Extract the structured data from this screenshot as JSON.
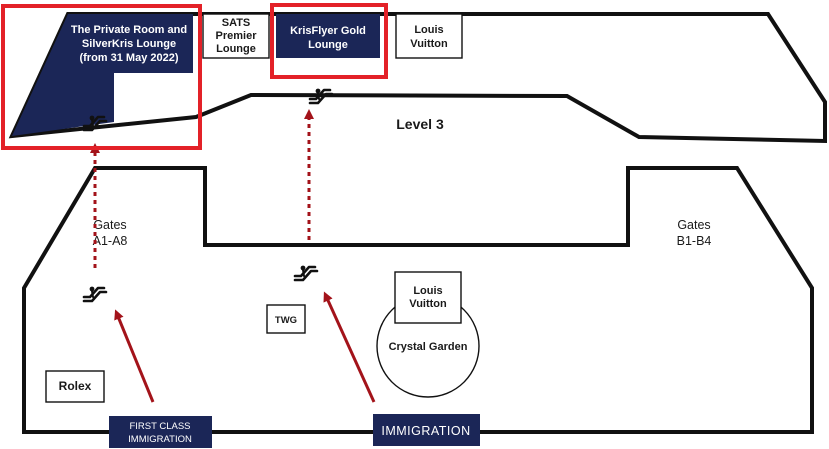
{
  "level_label": "Level 3",
  "upper_lounges": {
    "private_room": [
      "The Private Room and",
      "SilverKris Lounge",
      "(from 31 May 2022)"
    ],
    "sats_premier": [
      "SATS",
      "Premier",
      "Lounge"
    ],
    "krisflyer_gold": [
      "KrisFlyer Gold",
      "Lounge"
    ],
    "louis_vuitton_upper": [
      "Louis",
      "Vuitton"
    ]
  },
  "gates": {
    "left": [
      "Gates",
      "A1-A8"
    ],
    "right": [
      "Gates",
      "B1-B4"
    ]
  },
  "shops": {
    "twg": "TWG",
    "louis_vuitton_lower": [
      "Louis",
      "Vuitton"
    ],
    "crystal_garden": "Crystal Garden",
    "rolex": "Rolex"
  },
  "entrances": {
    "first_class": [
      "FIRST CLASS",
      "IMMIGRATION"
    ],
    "immigration": "IMMIGRATION"
  },
  "icons": [
    "escalator-icon"
  ],
  "colors": {
    "navy": "#1b2657",
    "highlight": "#e32128",
    "arrow": "#a3131a",
    "outline": "#111111"
  }
}
